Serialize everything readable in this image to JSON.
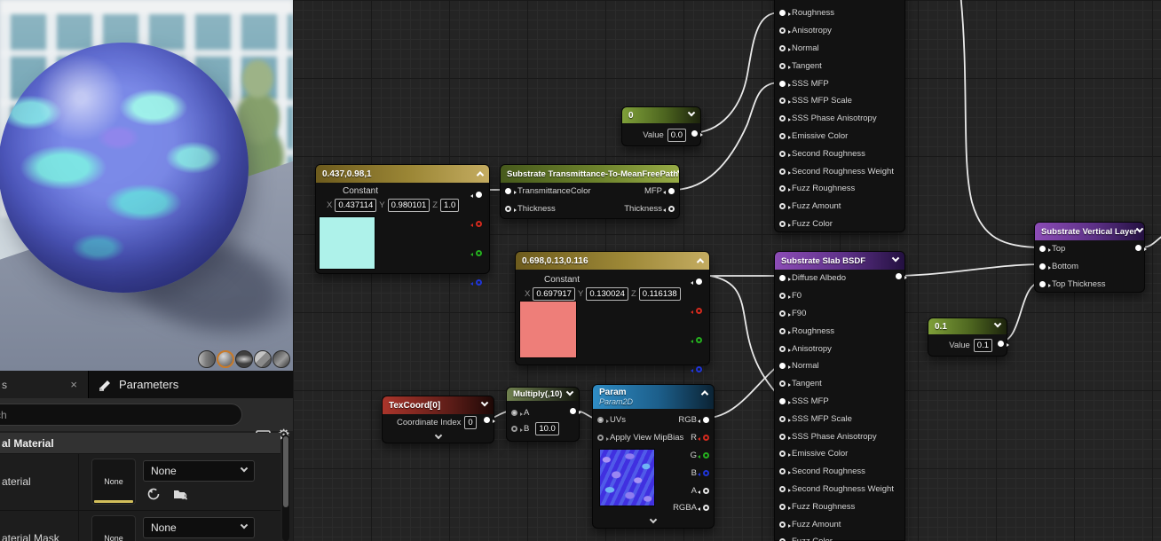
{
  "viewport": {
    "preview_shapes": [
      "cylinder",
      "sphere",
      "plane",
      "cube",
      "teapot"
    ],
    "active_shape": "sphere"
  },
  "panel": {
    "tab_left_label": "s",
    "tab_left_close": "×",
    "tab_parameters_label": "Parameters",
    "search_text": "rch",
    "category_header": "al Material",
    "rows": [
      {
        "label": "aterial",
        "thumb_label": "None",
        "dropdown_value": "None"
      },
      {
        "label": "aterial Mask",
        "thumb_label": "None",
        "dropdown_value": "None"
      }
    ]
  },
  "graph": {
    "accent_colors": {
      "constant_header": "#9c8736",
      "function_green_header": "#6d832c",
      "value_header": "#7fa039",
      "texcoord_header": "#aa352b",
      "multiply_header": "#70814f",
      "param_header": "#2f8cc4",
      "substrate_header": "#8c4cb6",
      "wire": "#e9e9e9"
    },
    "nodes": {
      "constant1": {
        "title": "0.437,0.98,1",
        "type_label": "Constant",
        "x_label": "X",
        "x_value": "0.437114",
        "y_label": "Y",
        "y_value": "0.980101",
        "z_label": "Z",
        "z_value": "1.0",
        "preview_color": "#aef2ea",
        "outputs": [
          {
            "c": "w",
            "on": true
          },
          {
            "c": "r"
          },
          {
            "c": "g"
          },
          {
            "c": "b"
          }
        ]
      },
      "constant2": {
        "title": "0.698,0.13,0.116",
        "type_label": "Constant",
        "x_label": "X",
        "x_value": "0.697917",
        "y_label": "Y",
        "y_value": "0.130024",
        "z_label": "Z",
        "z_value": "0.116138",
        "preview_color": "#ee7e79",
        "outputs": [
          {
            "c": "w",
            "on": true
          },
          {
            "c": "r"
          },
          {
            "c": "g"
          },
          {
            "c": "b"
          }
        ]
      },
      "transmittance": {
        "title": "Substrate Transmittance-To-MeanFreePath",
        "inputs": [
          {
            "label": "TransmittanceColor",
            "on": true
          },
          {
            "label": "Thickness"
          }
        ],
        "outputs": [
          {
            "label": "MFP",
            "on": true
          },
          {
            "label": "Thickness"
          }
        ]
      },
      "const_zero": {
        "title": "0",
        "value_label": "Value",
        "value": "0.0"
      },
      "const_point1": {
        "title": "0.1",
        "value_label": "Value",
        "value": "0.1"
      },
      "texcoord": {
        "title": "TexCoord[0]",
        "field_label": "Coordinate Index",
        "field_value": "0"
      },
      "multiply": {
        "title": "Multiply(,10)",
        "a_label": "A",
        "b_label": "B",
        "b_value": "10.0"
      },
      "param": {
        "title": "Param",
        "subtitle": "Param2D",
        "inputs": [
          {
            "label": "UVs",
            "on": true,
            "c": "gray"
          },
          {
            "label": "Apply View MipBias",
            "c": "gray"
          }
        ],
        "outputs": [
          {
            "label": "RGB",
            "c": "w",
            "on": true
          },
          {
            "label": "R",
            "c": "r"
          },
          {
            "label": "G",
            "c": "g"
          },
          {
            "label": "B",
            "c": "b"
          },
          {
            "label": "A",
            "c": "w"
          },
          {
            "label": "RGBA",
            "c": "w"
          }
        ]
      },
      "slab_top": {
        "inputs": [
          {
            "label": "Roughness",
            "on": true
          },
          {
            "label": "Anisotropy"
          },
          {
            "label": "Normal"
          },
          {
            "label": "Tangent"
          },
          {
            "label": "SSS MFP",
            "on": true
          },
          {
            "label": "SSS MFP Scale"
          },
          {
            "label": "SSS Phase Anisotropy"
          },
          {
            "label": "Emissive Color"
          },
          {
            "label": "Second Roughness"
          },
          {
            "label": "Second Roughness Weight"
          },
          {
            "label": "Fuzz Roughness"
          },
          {
            "label": "Fuzz Amount"
          },
          {
            "label": "Fuzz Color"
          }
        ]
      },
      "slab": {
        "title": "Substrate Slab BSDF",
        "inputs": [
          {
            "label": "Diffuse Albedo",
            "on": true
          },
          {
            "label": "F0"
          },
          {
            "label": "F90"
          },
          {
            "label": "Roughness"
          },
          {
            "label": "Anisotropy"
          },
          {
            "label": "Normal",
            "on": true
          },
          {
            "label": "Tangent"
          },
          {
            "label": "SSS MFP",
            "on": true
          },
          {
            "label": "SSS MFP Scale"
          },
          {
            "label": "SSS Phase Anisotropy"
          },
          {
            "label": "Emissive Color"
          },
          {
            "label": "Second Roughness"
          },
          {
            "label": "Second Roughness Weight"
          },
          {
            "label": "Fuzz Roughness"
          },
          {
            "label": "Fuzz Amount"
          },
          {
            "label": "Fuzz Color"
          }
        ]
      },
      "vertical_layer": {
        "title": "Substrate Vertical Layer",
        "inputs": [
          {
            "label": "Top",
            "on": true
          },
          {
            "label": "Bottom",
            "on": true
          },
          {
            "label": "Top Thickness",
            "on": true
          }
        ]
      }
    }
  }
}
